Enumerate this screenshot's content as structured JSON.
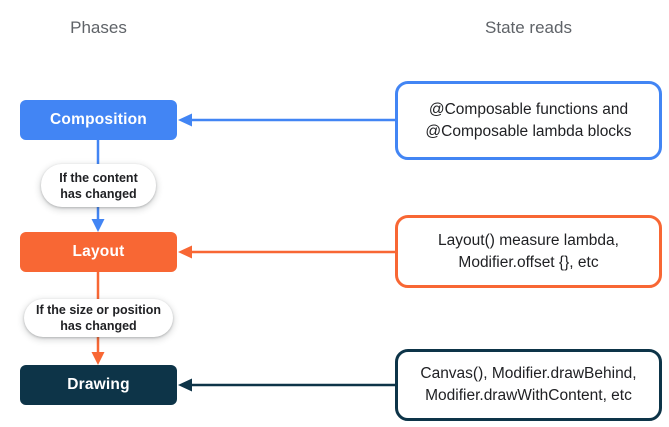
{
  "diagram": {
    "title_left": "Phases",
    "title_right": "State reads",
    "phases": [
      {
        "label": "Composition",
        "color": "#4285F4",
        "state_reads": {
          "line1": "@Composable functions and",
          "line2": "@Composable lambda blocks"
        }
      },
      {
        "label": "Layout",
        "color": "#F86734",
        "state_reads": {
          "line1": "Layout() measure lambda,",
          "line2": "Modifier.offset {}, etc"
        }
      },
      {
        "label": "Drawing",
        "color": "#0D3448",
        "state_reads": {
          "line1": "Canvas(), Modifier.drawBehind,",
          "line2": "Modifier.drawWithContent, etc"
        }
      }
    ],
    "conditions": [
      {
        "line1": "If the content",
        "line2": "has changed"
      },
      {
        "line1": "If the size or position",
        "line2": "has changed"
      }
    ],
    "colors": {
      "composition_blue": "#4285F4",
      "layout_orange": "#F86734",
      "drawing_navy": "#0D3448",
      "heading_gray": "#5F6368",
      "text_dark": "#202124",
      "background": "#FFFFFF"
    }
  }
}
